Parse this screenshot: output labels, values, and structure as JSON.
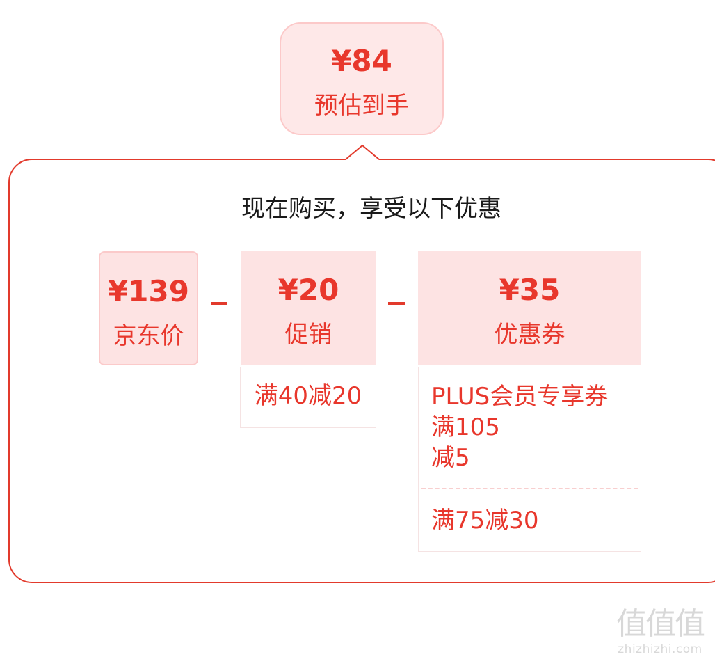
{
  "estimate": {
    "price": "¥84",
    "label": "预估到手"
  },
  "breakdown": {
    "heading": "现在购买，享受以下优惠",
    "jd_price": {
      "price": "¥139",
      "label": "京东价"
    },
    "promotion": {
      "price": "¥20",
      "label": "促销",
      "details": [
        "满40减20"
      ]
    },
    "coupon": {
      "price": "¥35",
      "label": "优惠券",
      "details": [
        "PLUS会员专享券",
        "满105",
        "减5",
        "满75减30"
      ]
    },
    "operator": "-"
  },
  "watermark": {
    "logo": "值值值",
    "url": "zhizhizhi.com"
  },
  "colors": {
    "accent": "#e8372c",
    "box_fill": "#fde3e3",
    "card_fill": "#fee8e8"
  }
}
